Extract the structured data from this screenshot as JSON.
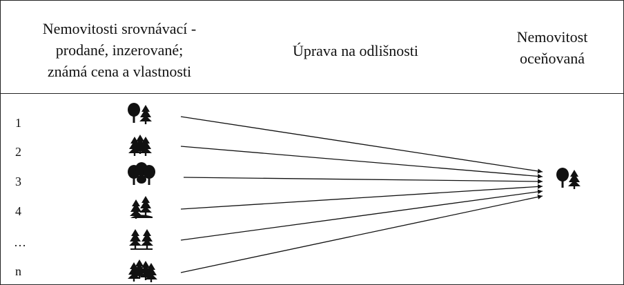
{
  "header": {
    "left_lines": [
      "Nemovitosti  srovnávací -",
      "prodané, inzerované;",
      "známá cena a vlastnosti"
    ],
    "middle": "Úprava   na odlišnosti",
    "right_lines": [
      "Nemovitost",
      "oceňovaná"
    ]
  },
  "rows": [
    {
      "label": "1",
      "icon": "deciduous-and-conifer-trees-icon"
    },
    {
      "label": "2",
      "icon": "conifer-grove-icon"
    },
    {
      "label": "3",
      "icon": "deciduous-grove-icon"
    },
    {
      "label": "4",
      "icon": "conifer-pair-on-hill-icon"
    },
    {
      "label": "…",
      "icon": "conifer-pair-icon"
    },
    {
      "label": "n",
      "icon": "dense-conifer-grove-icon"
    }
  ],
  "target": {
    "icon": "deciduous-and-conifer-trees-icon"
  },
  "colors": {
    "line": "#111111",
    "border": "#222222"
  }
}
